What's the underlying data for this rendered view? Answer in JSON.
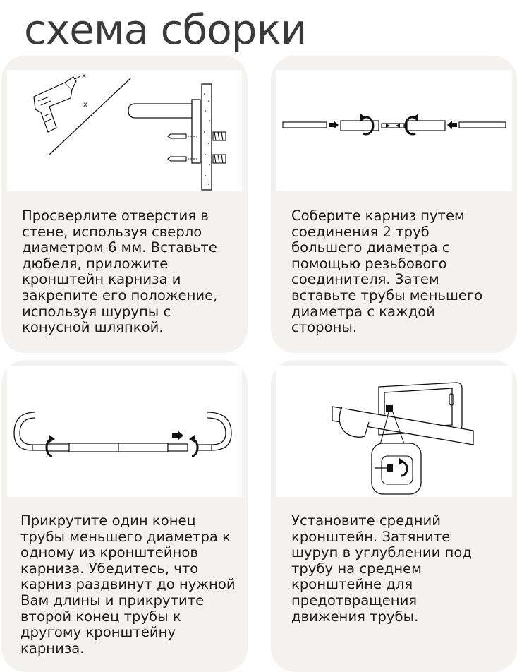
{
  "page": {
    "title": "схема сборки"
  },
  "steps": [
    {
      "text": "Просверлите отверстия в\nстене, используя сверло\nдиаметром 6 мм. Вставьте\nдюбеля, приложите\nкронштейн карниза и\nзакрепите его положение,\nиспользуя шурупы с\nконусной шляпкой."
    },
    {
      "text": "Соберите карниз путем\nсоединения 2 труб\nбольшего диаметра с\nпомощью резьбового\nсоединителя. Затем\nвставьте трубы меньшего\nдиаметра с каждой\nстороны."
    },
    {
      "text": "Прикрутите один конец\nтрубы меньшего диаметра к\nодному из кронштейнов\nкарниза. Убедитесь, что\nкарниз раздвинут до нужной\nВам длины и прикрутите\nвторой конец трубы к\nдругому кронштейну\nкарниза."
    },
    {
      "text": "Установите средний\nкронштейн. Затяните\nшуруп в углублении под\nтрубу на среднем\nкронштейне для\nпредотвращения\nдвижения трубы."
    }
  ],
  "colors": {
    "card_background": "#f3f2f0",
    "illustration_background": "#ffffff",
    "title_color": "#3a3a3a",
    "text_color": "#1d1d1d",
    "line_color": "#111111"
  },
  "icons": [
    "drill-icon",
    "wall-bracket-icon",
    "dowel-screw-icon",
    "rotate-arrow-icon",
    "push-arrow-icon",
    "curved-bracket-icon",
    "magnifier-callout-icon"
  ]
}
